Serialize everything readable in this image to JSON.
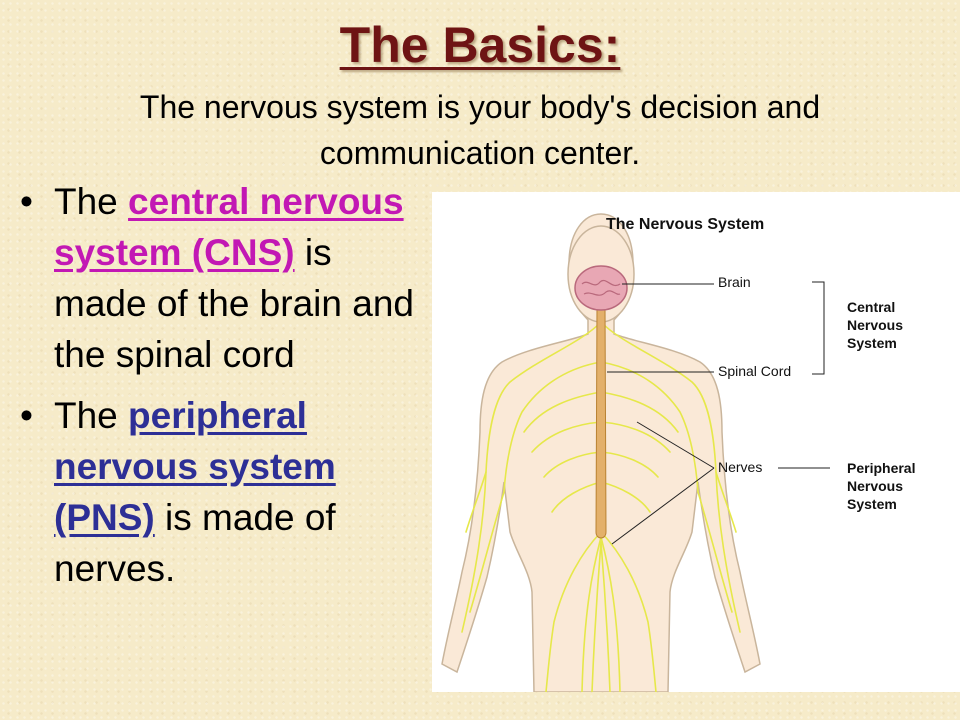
{
  "slide": {
    "title": "The Basics:",
    "subtitle": "The nervous system is your body's decision and communication center."
  },
  "bullets": [
    {
      "before": "The ",
      "term": "central nervous system (CNS)",
      "after": " is made of the brain and the spinal cord"
    },
    {
      "before": "The ",
      "term": "peripheral nervous system (PNS)",
      "after": " is made of nerves."
    }
  ],
  "figure": {
    "title": "The Nervous System",
    "labels": {
      "brain": "Brain",
      "spinal_cord": "Spinal Cord",
      "nerves": "Nerves"
    },
    "groups": {
      "cns": "Central Nervous System",
      "pns": "Peripheral Nervous System"
    }
  },
  "colors": {
    "title": "#6e1414",
    "cns_term": "#c218b4",
    "pns_term": "#2d2f96",
    "nerves": "#e6e84a",
    "skin": "#fae9d7",
    "brain": "#e8a7b4",
    "spinal_cord": "#e3b06a"
  }
}
